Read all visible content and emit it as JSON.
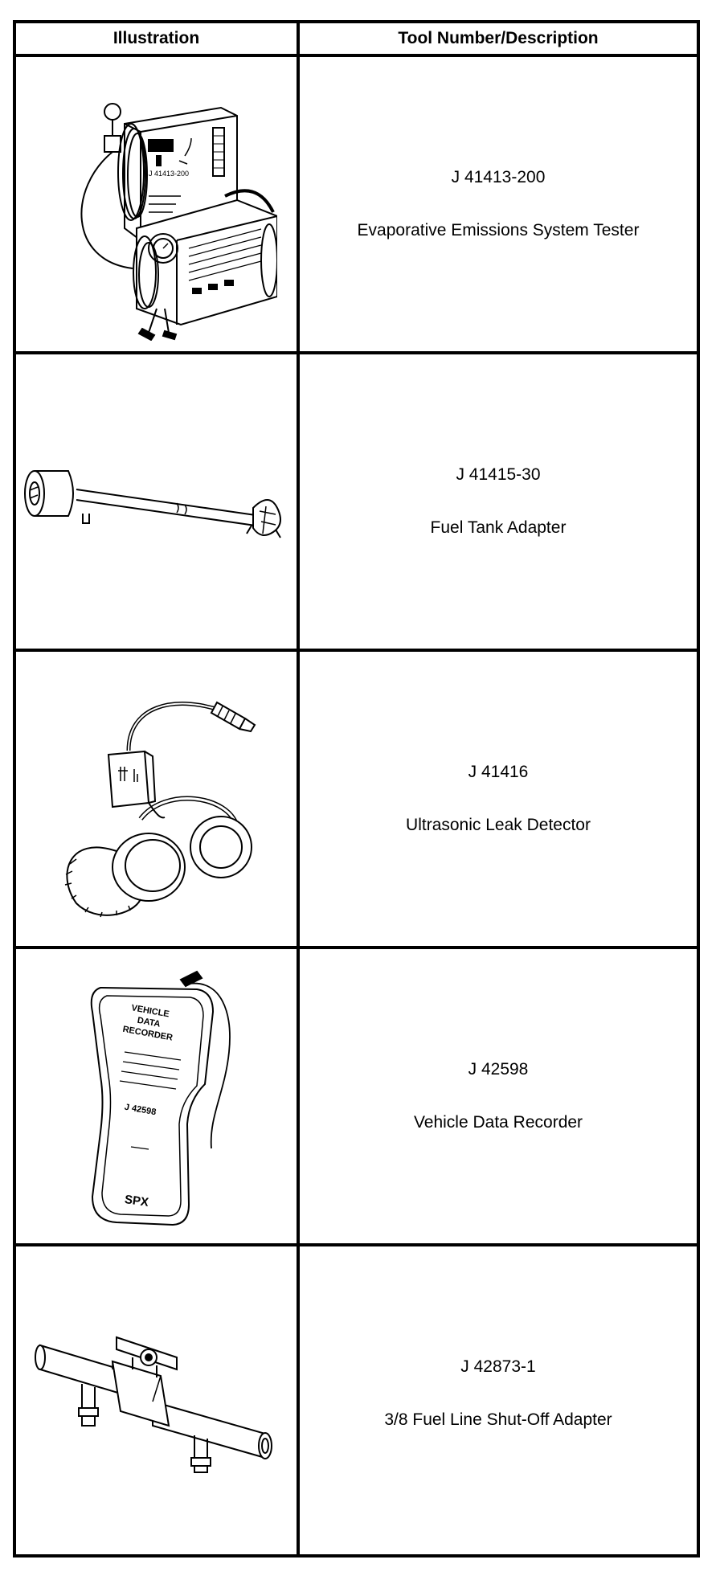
{
  "table": {
    "headers": {
      "illustration": "Illustration",
      "description": "Tool Number/Description"
    },
    "rows": [
      {
        "tool_number": "J 41413-200",
        "description": "Evaporative Emissions System Tester",
        "icon": "emissions-tester-icon"
      },
      {
        "tool_number": "J 41415-30",
        "description": "Fuel Tank Adapter",
        "icon": "fuel-tank-adapter-icon"
      },
      {
        "tool_number": "J 41416",
        "description": "Ultrasonic Leak Detector",
        "icon": "leak-detector-icon"
      },
      {
        "tool_number": "J 42598",
        "description": "Vehicle Data Recorder",
        "icon": "data-recorder-icon"
      },
      {
        "tool_number": "J 42873-1",
        "description": "3/8 Fuel Line Shut-Off Adapter",
        "icon": "shutoff-adapter-icon"
      }
    ],
    "device_markings": {
      "tester_label": "J 41413-200",
      "recorder_lines": [
        "VEHICLE",
        "DATA",
        "RECORDER"
      ],
      "recorder_model": "J 42598",
      "recorder_brand": "SPX"
    }
  }
}
